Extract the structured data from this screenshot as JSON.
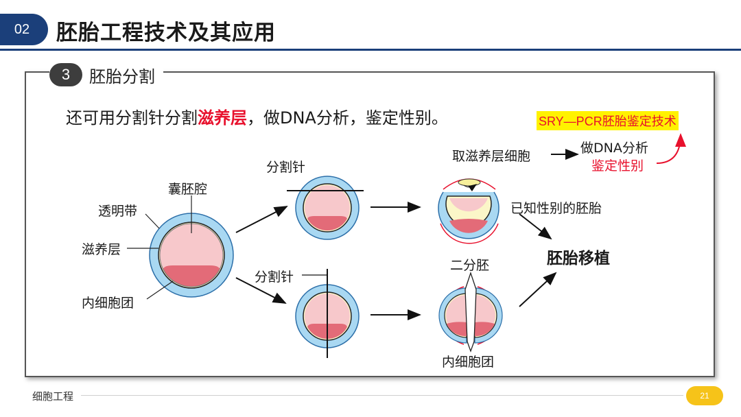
{
  "header": {
    "section_number": "02",
    "title": "胚胎工程技术及其应用"
  },
  "subsection": {
    "number": "3",
    "title": "胚胎分割"
  },
  "main_text": {
    "before": "还可用分割针分割",
    "highlight": "滋养层",
    "after": "，做DNA分析，鉴定性别。"
  },
  "badge": {
    "text": "SRY—PCR胚胎鉴定技术"
  },
  "colors": {
    "header_blue": "#1b3f7a",
    "highlight_red": "#e8112d",
    "badge_yellow": "#fff200",
    "zona_blue": "#a9d8f2",
    "blastocoel_pink": "#f7c8cb",
    "icm_pink": "#e36b78",
    "page_badge": "#f6c319"
  },
  "diagram": {
    "blastocyst_labels": {
      "blastocoel": "囊胚腔",
      "zona": "透明带",
      "trophoblast": "滋养层",
      "icm": "内细胞团"
    },
    "needle_label_top": "分割针",
    "needle_label_bottom": "分割针",
    "take_cells": "取滋养层细胞",
    "dna_analysis": "做DNA分析",
    "sex_identify": "鉴定性别",
    "known_sex_embryo": "已知性别的胚胎",
    "half_embryo": "二分胚",
    "icm_bottom": "内细胞团",
    "transfer": "胚胎移植"
  },
  "footer": {
    "label": "细胞工程",
    "page": "21"
  }
}
